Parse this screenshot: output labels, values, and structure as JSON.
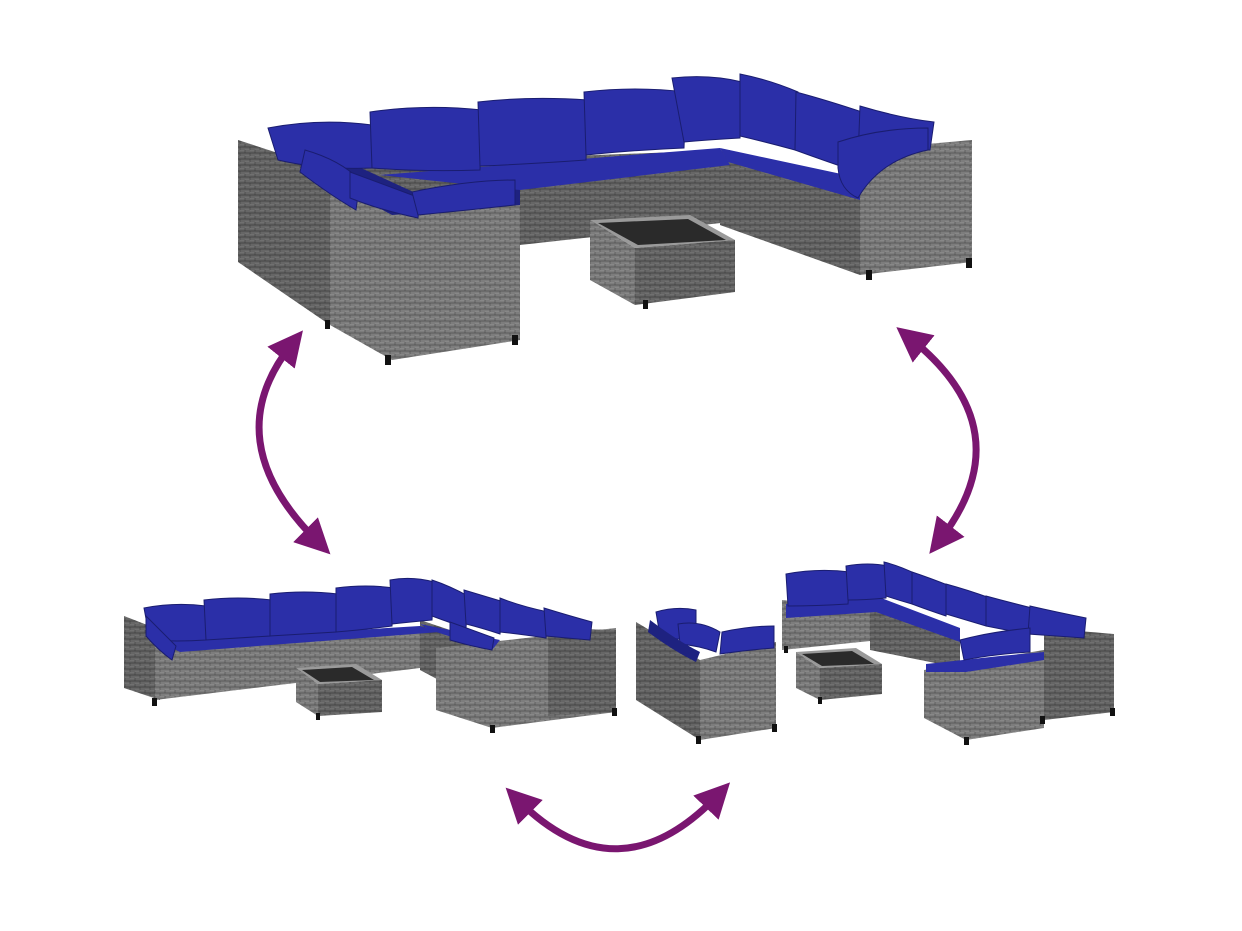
{
  "colors": {
    "background": "#ffffff",
    "rattan_light": "#8a8a8a",
    "rattan_mid": "#6b6b6b",
    "rattan_dark": "#4a4a4a",
    "rattan_weave": "#3a3a3a",
    "cushion": "#2b2fa8",
    "cushion_dark": "#1e2280",
    "cushion_highlight": "#3a3fc4",
    "glass_top": "#2a2a2a",
    "arrow": "#7a1670",
    "leg": "#111111"
  },
  "icons": {
    "arrow_top_left": "curved-double-arrow",
    "arrow_top_right": "curved-double-arrow",
    "arrow_bottom": "curved-double-arrow"
  }
}
